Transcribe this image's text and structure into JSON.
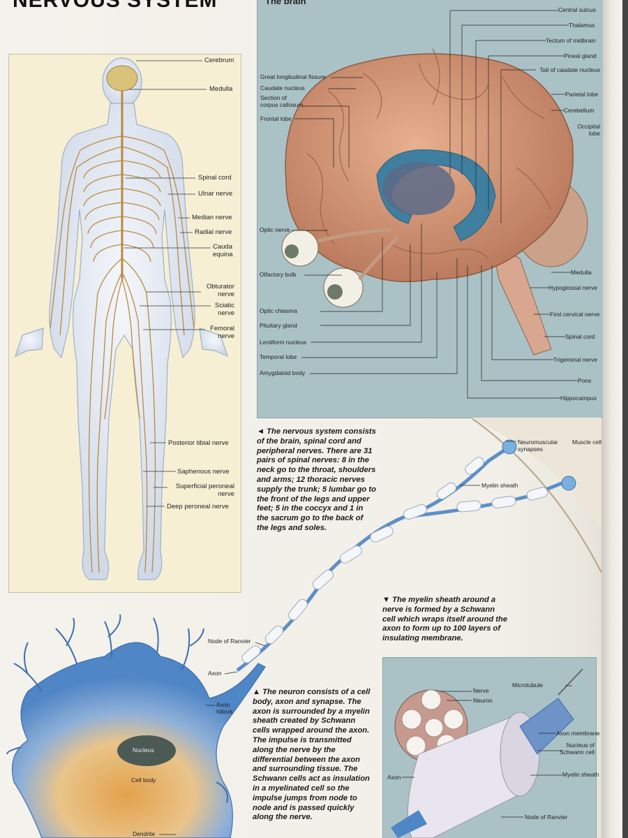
{
  "page": {
    "title": "NERVOUS SYSTEM",
    "brain_panel_title": "The brain"
  },
  "body_labels": {
    "cerebrum": "Cerebrum",
    "medulla": "Medulla",
    "spinal_cord": "Spinal cord",
    "ulnar": "Ulnar nerve",
    "median": "Median nerve",
    "radial": "Radial nerve",
    "cauda": "Cauda\nequina",
    "obturator": "Obturator\nnerve",
    "sciatic": "Sciatic\nnerve",
    "femoral": "Femoral\nnerve",
    "posterior_tibial": "Posterior tibial nerve",
    "saphenous": "Saphenous nerve",
    "superficial_peroneal": "Superficial peroneal\nnerve",
    "deep_peroneal": "Deep peroneal nerve"
  },
  "brain_labels_left": {
    "longitudinal": "Great longitudinal fissure",
    "caudate": "Caudate nucleus",
    "corpus": "Section of\ncorpus callosum",
    "frontal": "Frontal lobe",
    "optic_nerve": "Optic nerve",
    "olfactory": "Olfactory bulb",
    "optic_chiasma": "Optic chiasma",
    "pituitary": "Pituitary gland",
    "lentiform": "Lentiform nucleus",
    "temporal": "Temporal lobe",
    "amygdaloid": "Amygdaloid body"
  },
  "brain_labels_right": {
    "central_sulcus": "Central sulcus",
    "thalamus": "Thalamus",
    "tectum": "Tectum of midbrain",
    "pineal": "Pineal gland",
    "tail_caudate": "Tail of caudate nucleus",
    "parietal": "Parietal lobe",
    "cerebellum": "Cerebellum",
    "occipital": "Occipital\nlobe",
    "medulla": "Medulla",
    "hypoglossal": "Hypoglossal nerve",
    "first_cervical": "First cervical nerve",
    "spinal_cord": "Spinal cord",
    "trigeminal": "Trigeminal nerve",
    "pons": "Pons",
    "hippocampus": "Hippocampus"
  },
  "neuron_labels": {
    "neuromuscular": "Neuromuscular\nsynapses",
    "muscle_cell": "Muscle cell",
    "myelin_sheath": "Myelin sheath",
    "node_ranvier": "Node of Ranvier",
    "axon": "Axon",
    "axon_hillock": "Axon\nhillock",
    "nucleus": "Nucleus",
    "cell_body": "Cell body",
    "dendrite": "Dendrite"
  },
  "sheath_labels": {
    "nerve": "Nerve",
    "neuron": "Neuron",
    "microtubule": "Microtubule",
    "axon_membrane": "Axon membrane",
    "schwann_nucleus": "Nucleus of\nSchwann cell",
    "myelin_sheath": "Myelin sheath",
    "axon": "Axon",
    "node_ranvier": "Node of Ranvier"
  },
  "captions": {
    "nervous_system": "◄ The nervous system consists of the brain, spinal cord and peripheral nerves. There are 31 pairs of spinal nerves: 8 in the neck go to the throat, shoulders and arms; 12 thoracic nerves supply the trunk; 5 lumbar go to the front of the legs and upper feet; 5 in the coccyx and 1 in the sacrum go to the back of the legs and soles.",
    "myelin": "▼ The myelin sheath around a nerve is formed by a Schwann cell which wraps itself around the axon to form up to 100 layers of insulating membrane.",
    "neuron": "▲ The neuron consists of a cell body, axon and synapse. The axon is surrounded by a myelin sheath created by Schwann cells wrapped around the axon. The impulse is transmitted along the nerve by the differential between the axon and surrounding tissue. The Schwann cells act as insulation in a myelinated cell so the impulse jumps from node to node and is passed quickly along the nerve."
  },
  "colors": {
    "body_panel": "#f7efd4",
    "brain_panel": "#aac2c6",
    "nerve": "#b98a3c",
    "brain": "#c98d6a",
    "neuron_blue": "#5d8fc8",
    "neuron_orange": "#e0a54e"
  }
}
